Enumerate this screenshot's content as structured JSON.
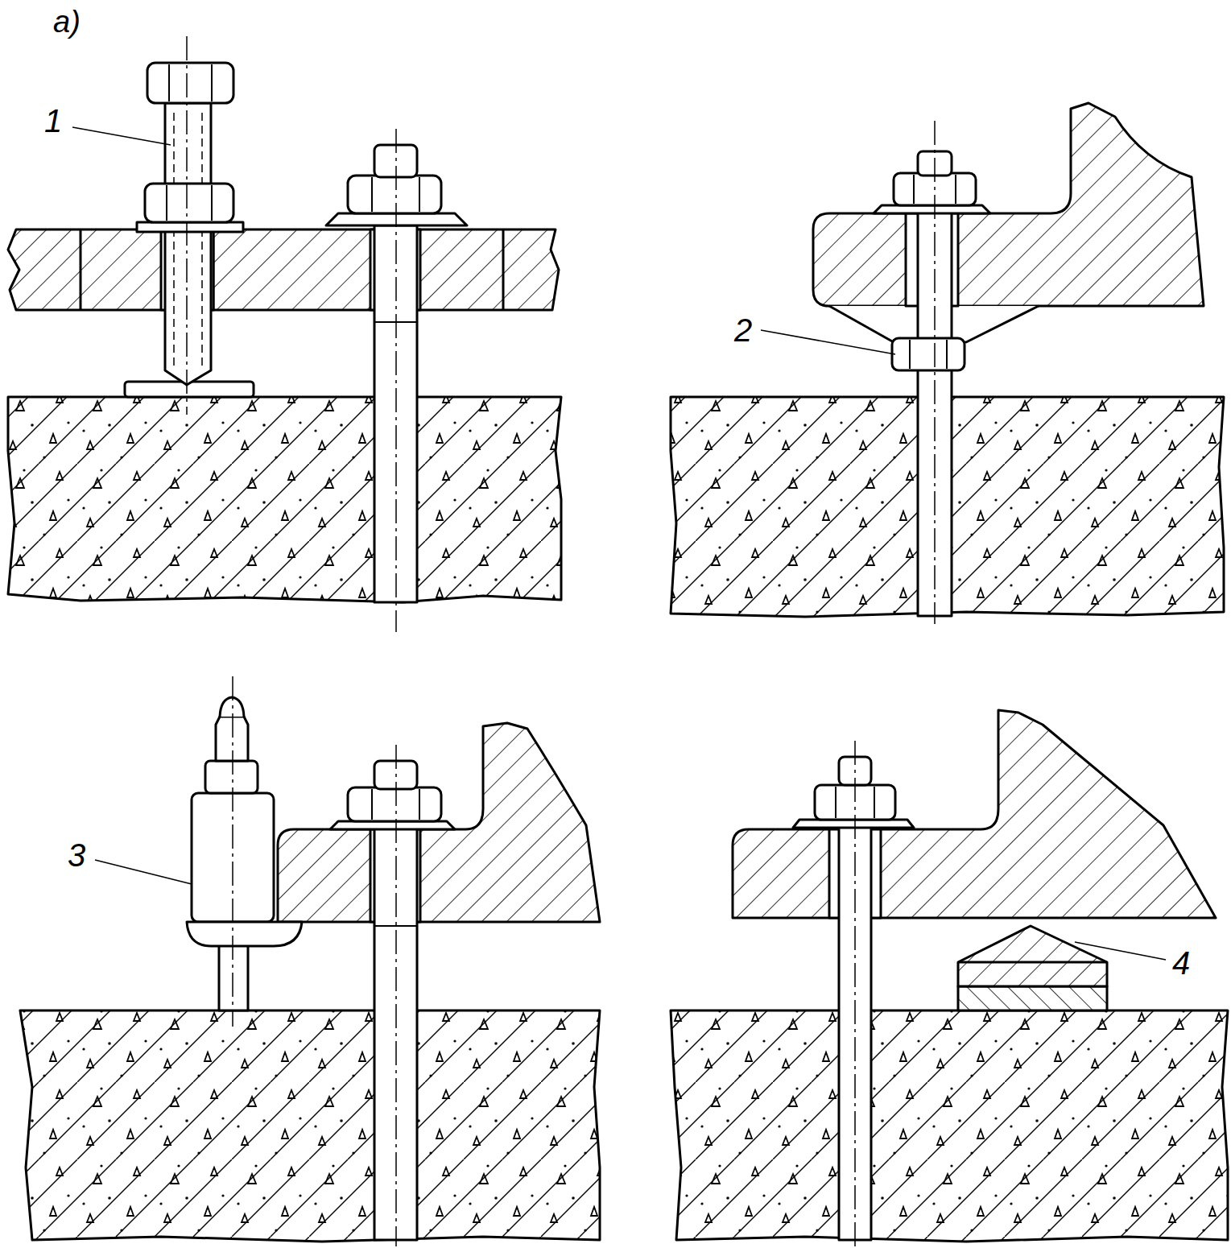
{
  "diagram": {
    "labels": [
      "a)",
      "1",
      "2",
      "3",
      "4"
    ]
  }
}
